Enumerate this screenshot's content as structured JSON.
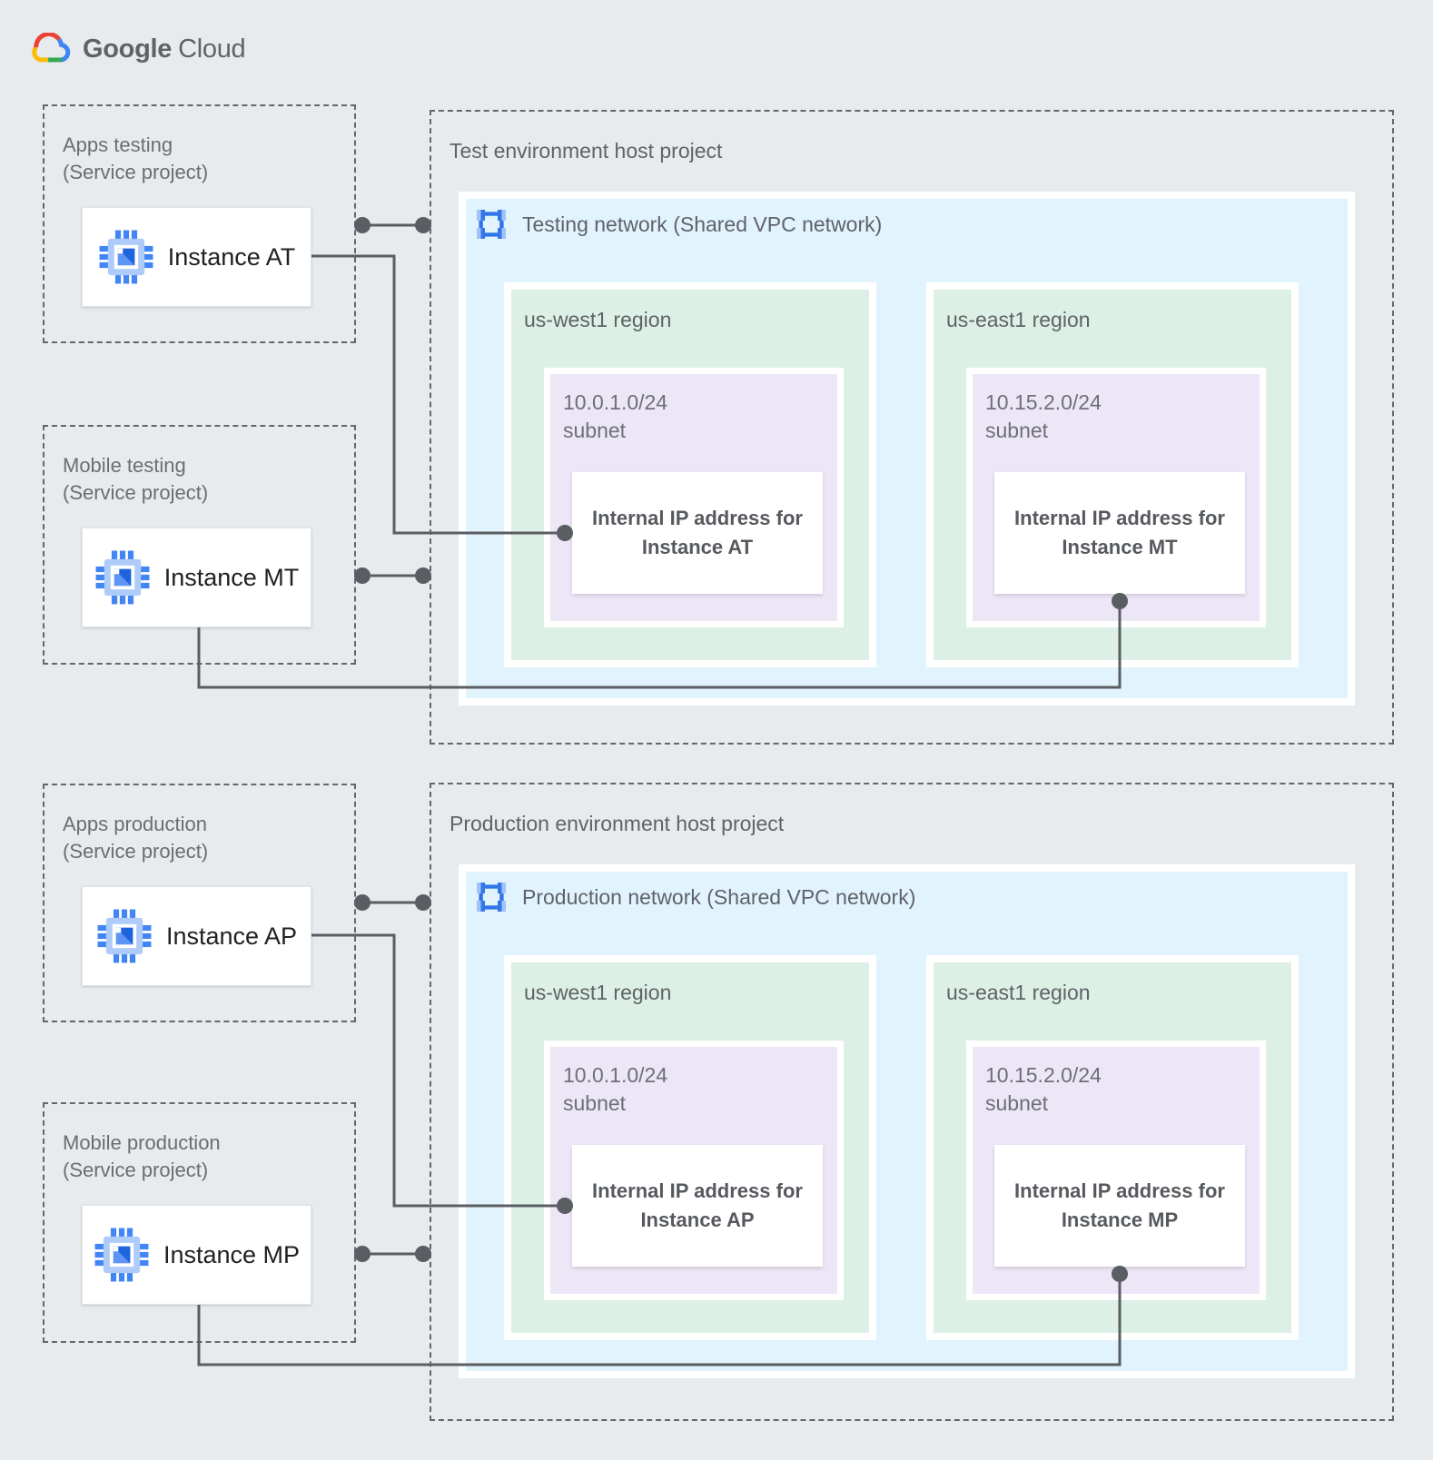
{
  "logo": {
    "brand": "Google",
    "product": "Cloud"
  },
  "test": {
    "service_projects": [
      {
        "name": "Apps testing",
        "subtitle": "(Service project)",
        "instance": "Instance AT"
      },
      {
        "name": "Mobile testing",
        "subtitle": "(Service project)",
        "instance": "Instance MT"
      }
    ],
    "host": {
      "title": "Test environment host project",
      "network_label": "Testing network (Shared VPC network)",
      "regions": [
        {
          "name": "us-west1 region",
          "cidr": "10.0.1.0/24",
          "subnet_word": "subnet",
          "ip_line1": "Internal IP address for",
          "ip_line2": "Instance AT"
        },
        {
          "name": "us-east1 region",
          "cidr": "10.15.2.0/24",
          "subnet_word": "subnet",
          "ip_line1": "Internal IP address for",
          "ip_line2": "Instance MT"
        }
      ]
    }
  },
  "prod": {
    "service_projects": [
      {
        "name": "Apps production",
        "subtitle": "(Service project)",
        "instance": "Instance AP"
      },
      {
        "name": "Mobile production",
        "subtitle": "(Service project)",
        "instance": "Instance MP"
      }
    ],
    "host": {
      "title": "Production environment host project",
      "network_label": "Production network (Shared VPC network)",
      "regions": [
        {
          "name": "us-west1 region",
          "cidr": "10.0.1.0/24",
          "subnet_word": "subnet",
          "ip_line1": "Internal IP address for",
          "ip_line2": "Instance AP"
        },
        {
          "name": "us-east1 region",
          "cidr": "10.15.2.0/24",
          "subnet_word": "subnet",
          "ip_line1": "Internal IP address for",
          "ip_line2": "Instance MP"
        }
      ]
    }
  },
  "colors": {
    "page_background": "#e8ebee",
    "network_fill": "#e1f3fc",
    "region_fill": "#ddf0e5",
    "subnet_fill": "#ece6f6",
    "connector": "#5a5d61",
    "dashed_border": "#64676b",
    "google_blue": "#4285f4",
    "text_gray": "#5f6368"
  }
}
